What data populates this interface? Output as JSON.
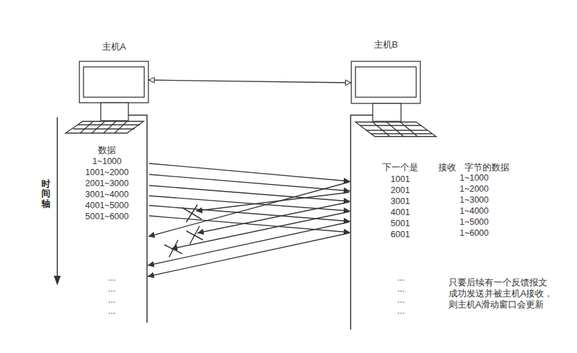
{
  "diagram": {
    "nodes": [
      {
        "text": [
          "主机A"
        ]
      },
      {
        "text": [
          "主机B"
        ]
      }
    ],
    "edges": [
      {
        "from": 0,
        "to": 1,
        "arrow": "both"
      }
    ],
    "labels": [
      "数据",
      "1~1000",
      "1001~2000",
      "2001~3000",
      "3001~4000",
      "4001~5000",
      "5001~6000",
      "时间轴",
      "下一个是",
      "接收",
      "字节的数据",
      "1001",
      "2001",
      "3001",
      "4001",
      "5001",
      "6001",
      "1~1000",
      "1~2000",
      "1~3000",
      "1~4000",
      "1~5000",
      "1~6000",
      "...",
      "...",
      "...",
      "...",
      "...",
      "...",
      "...",
      "...",
      "只要后续有一个反馈报文 成功发送并被主机A接收， 则主机A滑动窗口会更新"
    ]
  }
}
